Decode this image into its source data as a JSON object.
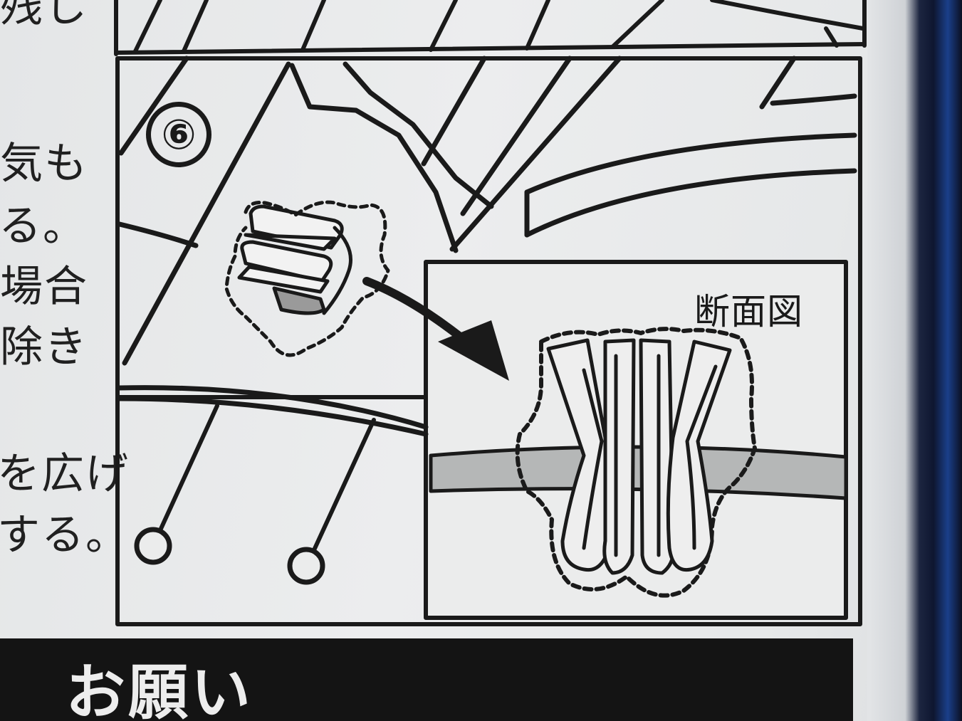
{
  "left_column_fragments": [
    "残し",
    "。",
    "気も",
    "る。",
    "場合",
    "除き",
    "を広げ",
    "する。"
  ],
  "illustration": {
    "step_number": "⑥",
    "cross_section_label": "断面図"
  },
  "notice": {
    "title": "お願い"
  },
  "colors": {
    "ink": "#1a1a1a",
    "paper": "#e9ebec",
    "shading": "#b5b7b7",
    "notice_bar": "#141414",
    "notice_text": "#ededed"
  }
}
